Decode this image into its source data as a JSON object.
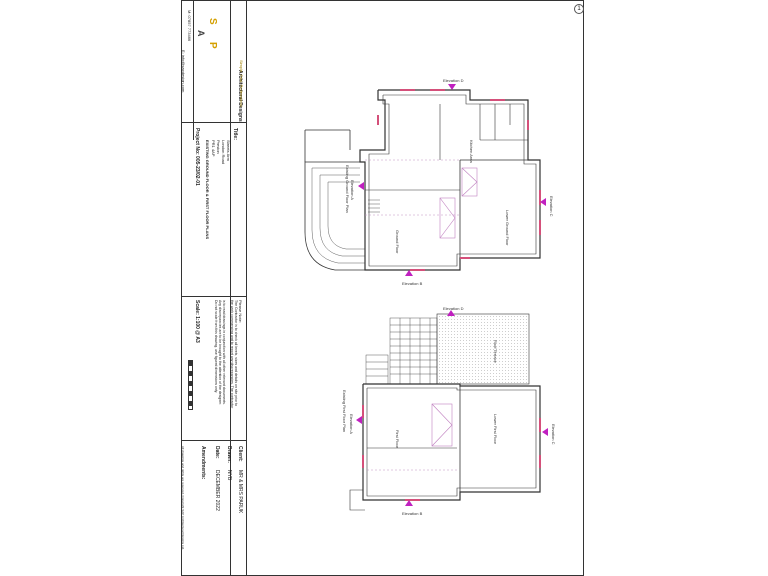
{
  "sheet": {
    "sheet_number": "1",
    "company": {
      "initials_s": "S",
      "initials_a": "A",
      "initials_p": "P",
      "name_line": "Architectural Designs",
      "tagline": "Simple. Fast. Professional.",
      "phone": "M: 07857 773466",
      "email": "E: info@sapdesign.com"
    },
    "title_block": {
      "title_label": "Title:",
      "address_1": "Streets Arm",
      "address_2": "London Road",
      "address_3": "Preston",
      "address_4": "PR1 4AP",
      "drawing_title": "EXISTING GROUND FLOOR & FIRST FLOOR PLANS",
      "project_label": "Project No: 005-23/02-01"
    },
    "notes_label": "Please Note:",
    "notes_text": [
      "The Contractor is to check all levels, sizes and details on site prior to",
      "the work commencing and to report any discrepancies. The contractor",
      "is to read drawings in conjunction with all other relevant documents.",
      "Any discrepancies are to be brought to the attention of the designer.",
      "Do not scale from this drawing, use figured dimensions only."
    ],
    "scale_label": "Scale: 1:100 @ A3",
    "client": {
      "label": "Client:",
      "value": "MR & MRS PARUK"
    },
    "drawn": {
      "label": "Drawn:",
      "value": "NYB"
    },
    "date": {
      "label": "Date:",
      "value": "DECEMBER 2022"
    },
    "amendments_label": "Amendments:",
    "copyright": "All drawings and rights are reserved. Copyright SAP Architectural Designs Ltd."
  },
  "plans": {
    "ground": {
      "title": "Existing Ground Floor Plan",
      "rooms": [
        "Ground Floor",
        "Lower Ground Floor",
        "Kitchen Area"
      ],
      "elevations": [
        "Elevation D",
        "Elevation A",
        "Elevation B",
        "Elevation C"
      ]
    },
    "first": {
      "title": "Existing First Floor Plan",
      "rooms": [
        "First Floor",
        "Lower First Floor",
        "Roof Terrace"
      ],
      "elevations": [
        "Elevation D",
        "Elevation A",
        "Elevation B",
        "Elevation C"
      ]
    }
  },
  "colors": {
    "accent": "#c8a0c8",
    "marker": "#c020c0",
    "window": "#d4507a"
  }
}
